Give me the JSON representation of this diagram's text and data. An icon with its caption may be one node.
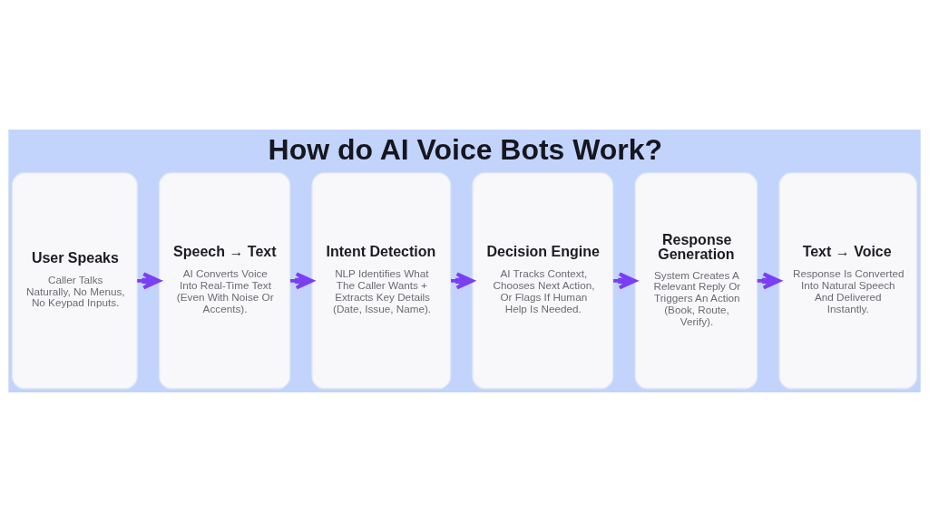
{
  "diagram": {
    "title": "How do AI Voice Bots Work?",
    "nodes": [
      {
        "text": [
          "User Speaks",
          "Caller Talks Naturally, No Menus, No Keypad Inputs."
        ]
      },
      {
        "text": [
          "Speech → Text",
          "AI Converts Voice Into Real-Time Text (Even With Noise Or Accents)."
        ]
      },
      {
        "text": [
          "Intent Detection",
          "NLP Identifies What The Caller Wants + Extracts Key Details (Date, Issue, Name)."
        ]
      },
      {
        "text": [
          "Decision Engine",
          "AI Tracks Context, Chooses Next Action, Or Flags If Human Help Is Needed."
        ]
      },
      {
        "text": [
          "Response Generation",
          "System Creates A Relevant Reply Or Triggers An Action (Book, Route, Verify)."
        ]
      },
      {
        "text": [
          "Text → Voice",
          "Response Is Converted Into Natural Speech And Delivered Instantly."
        ]
      }
    ],
    "edges": [
      {
        "from": 0,
        "to": 1,
        "arrow": "to"
      },
      {
        "from": 1,
        "to": 2,
        "arrow": "to"
      },
      {
        "from": 2,
        "to": 3,
        "arrow": "to"
      },
      {
        "from": 3,
        "to": 4,
        "arrow": "to"
      },
      {
        "from": 4,
        "to": 5,
        "arrow": "to"
      }
    ]
  }
}
